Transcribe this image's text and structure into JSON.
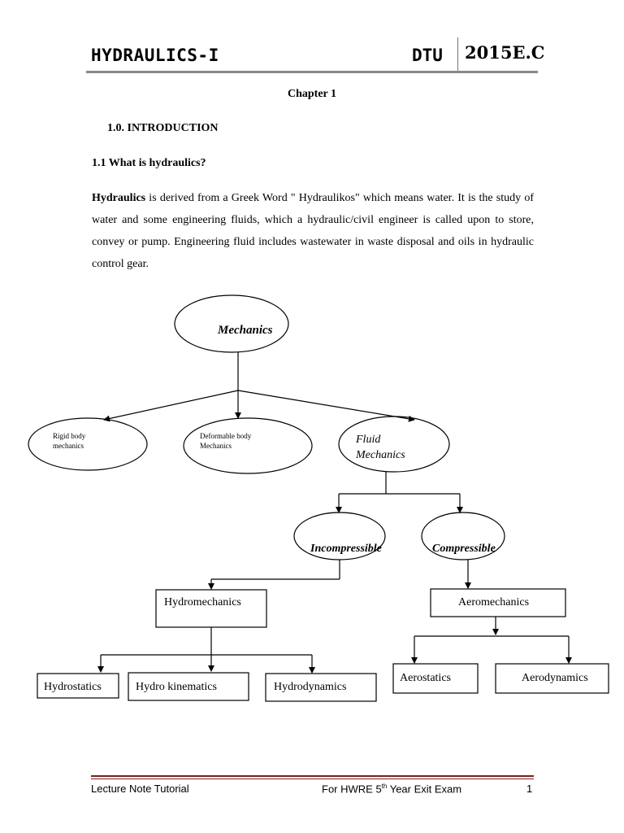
{
  "header": {
    "title": "HYDRAULICS-I",
    "institution": "DTU",
    "year": "2015E.C"
  },
  "chapter": "Chapter 1",
  "section": "1.0. INTRODUCTION",
  "subsection": "1.1  What is hydraulics?",
  "paragraph": {
    "bold_term": "Hydraulics",
    "text": " is derived from a Greek Word \" Hydraulikos\" which means water. It is the study of water and some engineering fluids, which a hydraulic/civil engineer is called upon to store, convey or pump. Engineering fluid includes wastewater in waste disposal and oils in hydraulic control gear."
  },
  "diagram": {
    "root": "Mechanics",
    "level1": [
      "Rigid body mechanics",
      "Deformable body Mechanics",
      "Fluid Mechanics"
    ],
    "rigid_lines": [
      "Rigid body",
      "mechanics"
    ],
    "deformable_lines": [
      "Deformable body",
      "Mechanics"
    ],
    "fluid_lines": [
      "Fluid",
      "Mechanics"
    ],
    "incompressible": "Incompressible",
    "compressible": "Compressible",
    "hydromechanics": "Hydromechanics",
    "aeromechanics": "Aeromechanics",
    "hydrostatics": "Hydrostatics",
    "hydro_kinematics": "Hydro kinematics",
    "hydrodynamics": "Hydrodynamics",
    "aerostatics": "Aerostatics",
    "aerodynamics": "Aerodynamics"
  },
  "footer": {
    "left": "Lecture Note Tutorial",
    "center_prefix": "For HWRE 5",
    "center_sup": "th",
    "center_suffix": " Year Exit Exam",
    "page": "1"
  }
}
